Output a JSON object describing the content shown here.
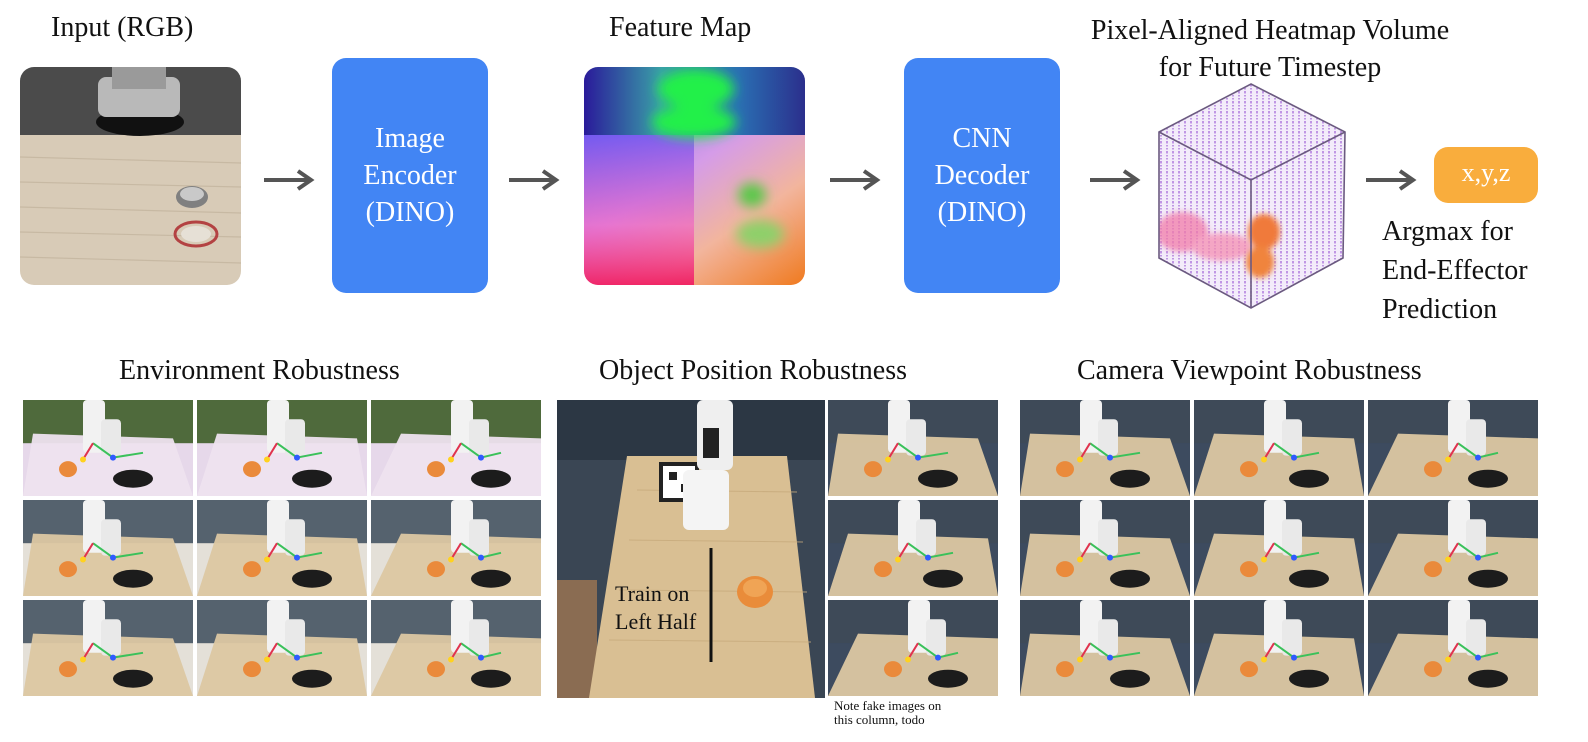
{
  "pipeline": {
    "input_title": "Input (RGB)",
    "feature_map_title": "Feature Map",
    "heatmap_title_line1": "Pixel-Aligned Heatmap Volume",
    "heatmap_title_line2": "for Future Timestep",
    "encoder": {
      "line1": "Image",
      "line2": "Encoder",
      "line3": "(DINO)"
    },
    "decoder": {
      "line1": "CNN",
      "line2": "Decoder",
      "line3": "(DINO)"
    },
    "output_label": "x,y,z",
    "argmax_line1": "Argmax for",
    "argmax_line2": "End-Effector",
    "argmax_line3": "Prediction"
  },
  "robustness": {
    "environment_title": "Environment Robustness",
    "object_position_title": "Object Position Robustness",
    "camera_viewpoint_title": "Camera Viewpoint Robustness",
    "train_label_line1": "Train on",
    "train_label_line2": "Left Half",
    "note_line1": "Note fake images on",
    "note_line2": "this column, todo"
  },
  "colors": {
    "block_blue": "#4285f4",
    "output_orange": "#f9ad3d",
    "arrow_gray": "#555555"
  }
}
